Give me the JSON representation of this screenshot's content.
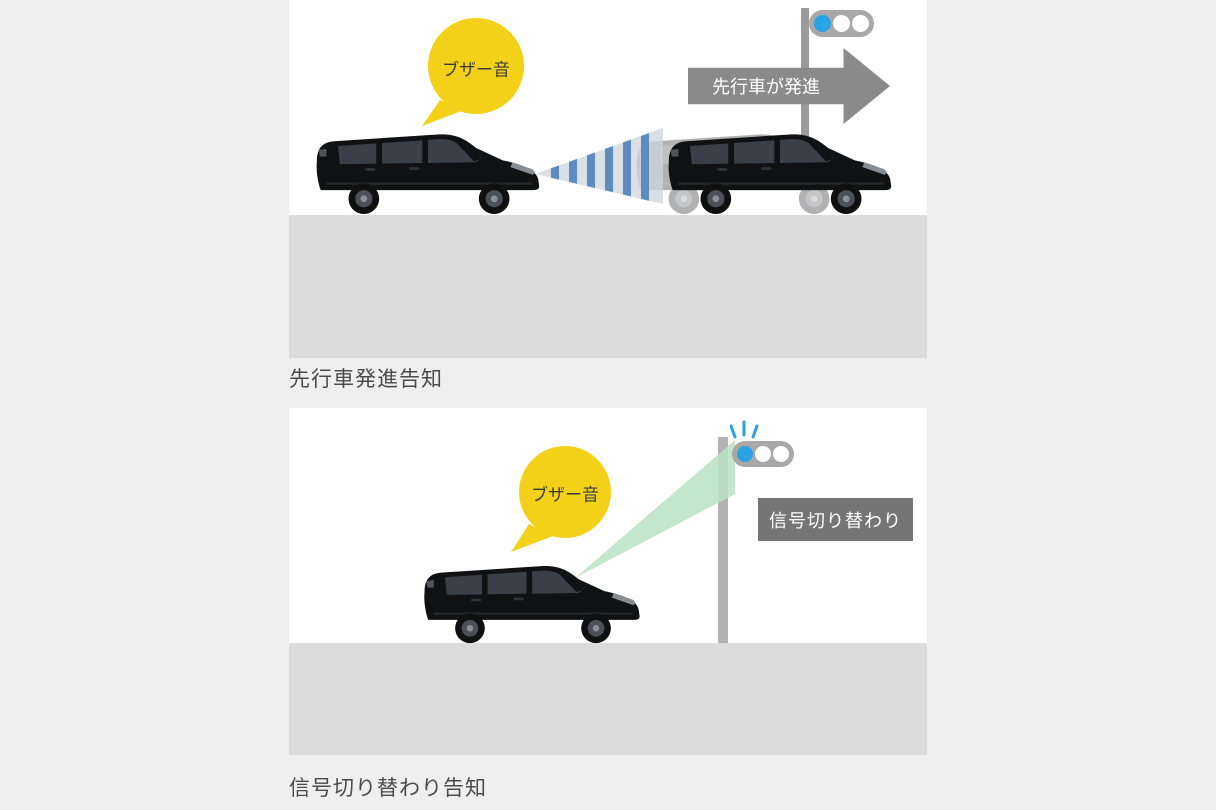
{
  "panel1": {
    "bubble_label": "ブザー音",
    "arrow_label": "先行車が発進",
    "caption": "先行車発進告知"
  },
  "panel2": {
    "bubble_label": "ブザー音",
    "sign_label": "信号切り替わり",
    "caption": "信号切り替わり告知"
  },
  "icons": {
    "traffic_light": "horizontal 3-lamp traffic signal, left lamp lit blue",
    "speech_bubble": "yellow round speech balloon with tail",
    "departure_arrow": "large gray right-pointing arrow",
    "sensor_beam": "blue striped detection beam between cars",
    "signal_beam": "green detection cone toward signal",
    "flash": "blue signal-change flash ticks",
    "car": "black minivan side view"
  },
  "colors": {
    "page_bg": "#efefef",
    "panel_bg": "#ffffff",
    "road": "#dbdbdb",
    "bubble_yellow": "#f4d119",
    "arrow_gray": "#8a8a8a",
    "sign_gray": "#757575",
    "signal_blue": "#29a3e3",
    "beam_blue": "#5f8cc0",
    "beam_green": "#b9e2c4",
    "car_black": "#101113",
    "caption_text": "#4b4b4b"
  }
}
